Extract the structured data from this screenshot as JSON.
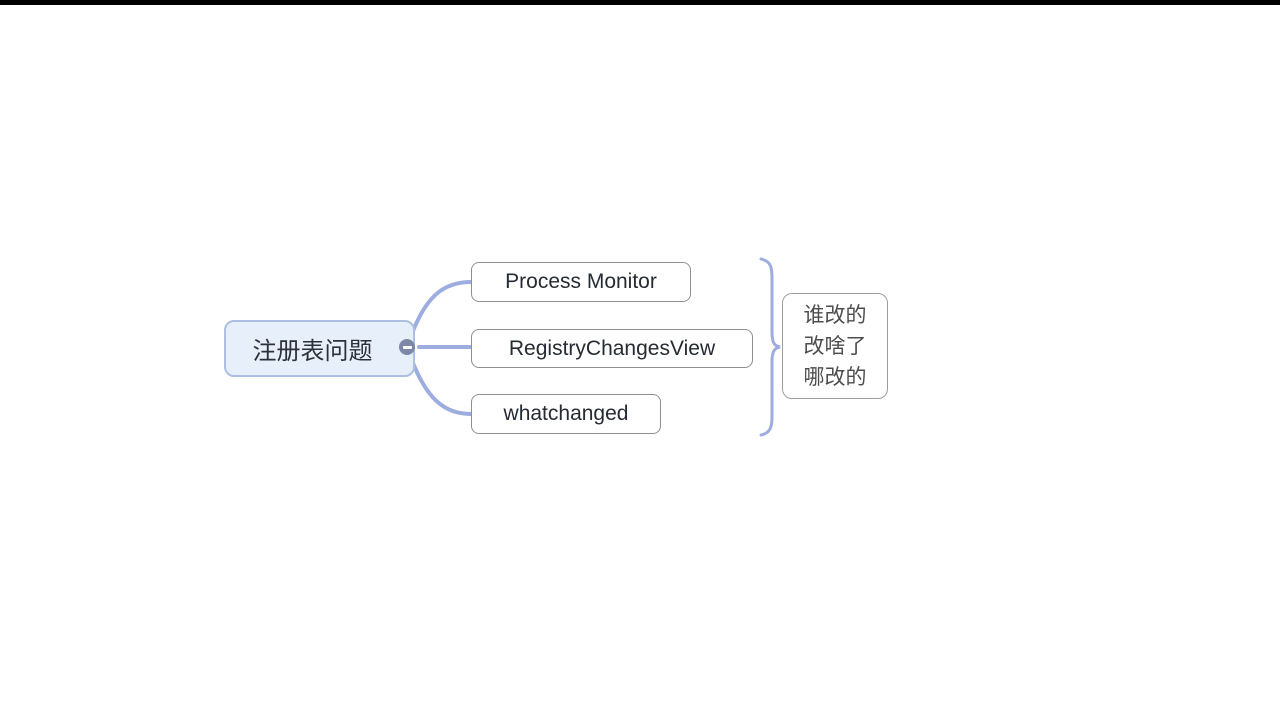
{
  "frame": {
    "top_bar_color": "#000000",
    "background": "#ffffff"
  },
  "mindmap": {
    "root": {
      "label": "注册表问题"
    },
    "collapse_button": {
      "state": "expanded",
      "symbol": "-"
    },
    "children": [
      {
        "label": "Process Monitor"
      },
      {
        "label": "RegistryChangesView"
      },
      {
        "label": "whatchanged"
      }
    ],
    "annotation": {
      "lines": [
        "谁改的",
        "改啥了",
        "哪改的"
      ]
    },
    "colors": {
      "connector": "#9dade0",
      "root_fill": "#e7effb",
      "root_border": "#aebfe4",
      "root_text": "#2c3038",
      "child_border": "#8f8f8f",
      "child_text": "#262b33",
      "annotation_border": "#9e9e9e",
      "annotation_text": "#4d4d4d",
      "collapse_fill": "#7d88a6"
    }
  }
}
